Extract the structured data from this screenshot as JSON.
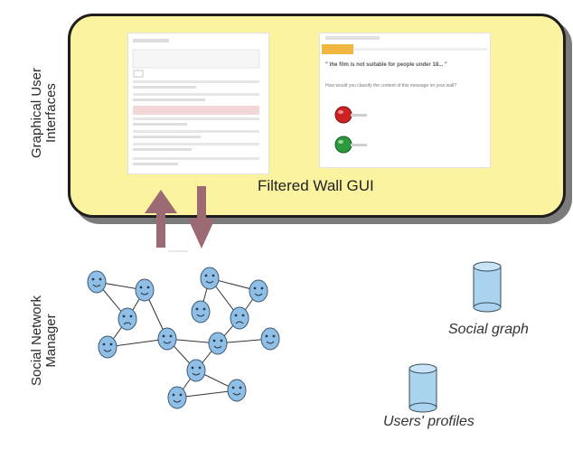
{
  "labels": {
    "gui_layer": "Graphical User\nInterfaces",
    "manager_layer": "Social Network\nManager"
  },
  "panel": {
    "title": "Filtered Wall GUI",
    "popup_question": "\" the film is not suitable for people under 18... \"",
    "popup_prompt": "How would you classify the content of this message on your wall?"
  },
  "databases": [
    {
      "label": "Social graph"
    },
    {
      "label": "Users' profiles"
    }
  ],
  "colors": {
    "panel_fill": "#fbf3a0",
    "arrow": "#9b6a72",
    "node": "#8fbfe6",
    "database": "#a9d3ef"
  }
}
